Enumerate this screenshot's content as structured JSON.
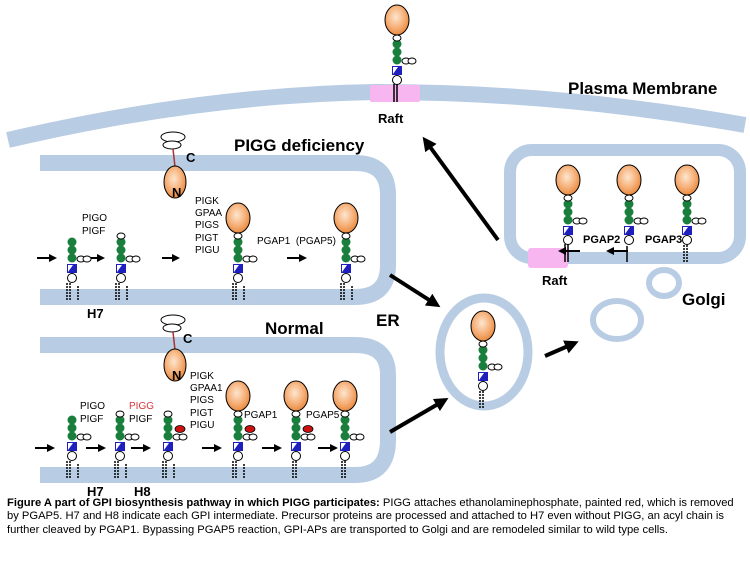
{
  "labels": {
    "plasma_membrane": "Plasma Membrane",
    "raft_pm": "Raft",
    "raft_golgi": "Raft",
    "pigg_deficiency": "PIGG deficiency",
    "normal": "Normal",
    "er": "ER",
    "golgi": "Golgi",
    "c_terminus": "C",
    "n_terminus": "N",
    "h7_deficiency": "H7",
    "h7_normal": "H7",
    "h8_normal": "H8"
  },
  "deficiency_pathway": {
    "step1_enzymes": [
      "PIGO",
      "PIGF"
    ],
    "step2_enzymes": [
      "PIGK",
      "GPAA",
      "PIGS",
      "PIGT",
      "PIGU"
    ],
    "step3_enzymes": "PGAP1  (PGAP5)"
  },
  "normal_pathway": {
    "step1_enzymes": [
      "PIGO",
      "PIGF"
    ],
    "step2_enzymes": [
      "PIGG",
      "PIGF"
    ],
    "step2_highlight": "PIGG",
    "step3_enzymes": [
      "PIGK",
      "GPAA1",
      "PIGS",
      "PIGT",
      "PIGU"
    ],
    "step4_enzyme": "PGAP1",
    "step5_enzyme": "PGAP5"
  },
  "golgi_pathway": {
    "enzyme_a": "PGAP3",
    "enzyme_b": "PGAP2"
  },
  "colors": {
    "membrane": "#b8cce4",
    "raft": "#f7b6f0",
    "protein": "#f4a460",
    "mannose": "#1a7f3c",
    "glcn": "#1f1fbf",
    "etnp_red": "#cc1111",
    "pigg_text": "#d9363e"
  },
  "caption": {
    "title": "Figure  A part of GPI biosynthesis pathway in which PIGG participates:",
    "body": " PIGG attaches ethanolaminephosphate, painted red, which is removed by PGAP5. H7 and H8 indicate each GPI intermediate. Precursor proteins are processed and attached to H7 even without PIGG, an acyl chain is further cleaved by PGAP1. Bypassing PGAP5 reaction, GPI-APs are transported to Golgi and are remodeled similar to wild type cells."
  }
}
